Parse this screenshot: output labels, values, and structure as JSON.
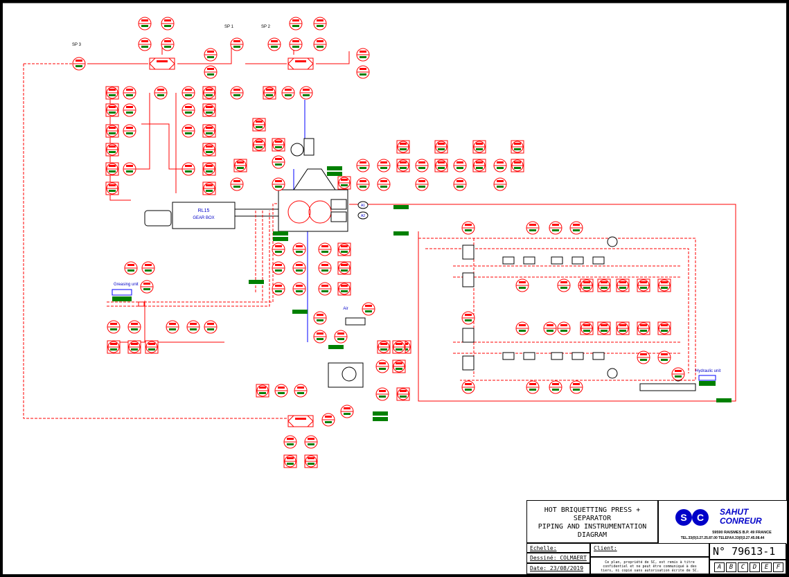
{
  "title_block": {
    "title_lines": [
      "HOT BRIQUETTING PRESS + SEPARATOR",
      "PIPING AND INSTRUMENTATION",
      "DIAGRAM"
    ],
    "echelle_label": "Echelle:",
    "dessine_label": "Dessiné: COLMAERT R.",
    "date_label": "Date: 23/08/2019",
    "client_label": "Client:",
    "copyright": "Ce plan, propriété de SC, est remis à titre confidentiel et ne peut être communiqué à des tiers, ni copié sans autorisation écrite de SC.",
    "number": "N° 79613-1",
    "revisions": [
      "A",
      "B",
      "C",
      "D",
      "E",
      "F"
    ]
  },
  "logo": {
    "sc_mark": "SC",
    "brand_line1": "SAHUT",
    "brand_line2": "CONREUR",
    "address": "59590 RAISMES  B.P. 49  FRANCE",
    "phone": "TEL.33(0)3.27.25.87.00  TELEFAX.33(0)3.27.45.08.44"
  },
  "diagram_labels": {
    "sp3": "SP 3",
    "sp1": "SP 1",
    "sp2": "SP 2",
    "gearbox_tag": "RL15",
    "gearbox_sub": "GEAR BOX",
    "greasing_unit": "Greasing unit",
    "hydraulic_unit": "Hydraulic unit",
    "air": "Air",
    "a1": "A1",
    "a2": "A2"
  },
  "colors": {
    "process": "#ff0000",
    "signal": "#0000ff",
    "tag_fill": "#008000",
    "frame": "#000000"
  }
}
